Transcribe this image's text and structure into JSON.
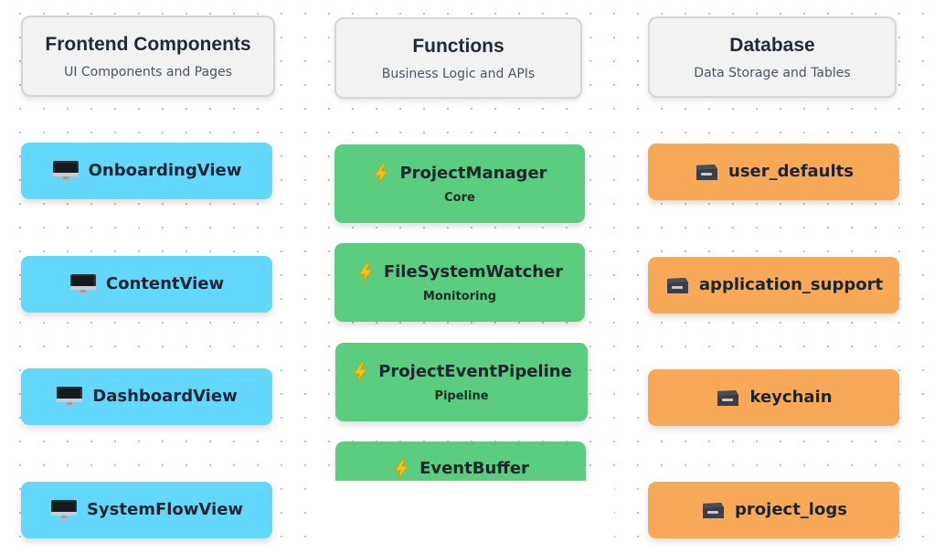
{
  "columns": {
    "frontend": {
      "title": "Frontend Components",
      "subtitle": "UI Components and Pages"
    },
    "functions": {
      "title": "Functions",
      "subtitle": "Business Logic and APIs"
    },
    "database": {
      "title": "Database",
      "subtitle": "Data Storage and Tables"
    }
  },
  "frontend_nodes": [
    {
      "label": "OnboardingView",
      "icon": "computer-icon"
    },
    {
      "label": "ContentView",
      "icon": "computer-icon"
    },
    {
      "label": "DashboardView",
      "icon": "computer-icon"
    },
    {
      "label": "SystemFlowView",
      "icon": "computer-icon"
    }
  ],
  "function_nodes": [
    {
      "label": "ProjectManager",
      "sublabel": "Core",
      "icon": "lightning-icon"
    },
    {
      "label": "FileSystemWatcher",
      "sublabel": "Monitoring",
      "icon": "lightning-icon"
    },
    {
      "label": "ProjectEventPipeline",
      "sublabel": "Pipeline",
      "icon": "lightning-icon"
    },
    {
      "label": "EventBuffer",
      "icon": "lightning-icon"
    }
  ],
  "database_nodes": [
    {
      "label": "user_defaults",
      "icon": "database-drawer-icon"
    },
    {
      "label": "application_support",
      "icon": "database-drawer-icon"
    },
    {
      "label": "keychain",
      "icon": "database-drawer-icon"
    },
    {
      "label": "project_logs",
      "icon": "database-drawer-icon"
    }
  ],
  "colors": {
    "frontend": "#64d7fd",
    "function": "#5acd7e",
    "database": "#f8a957",
    "header_bg": "#f2f2f3"
  }
}
